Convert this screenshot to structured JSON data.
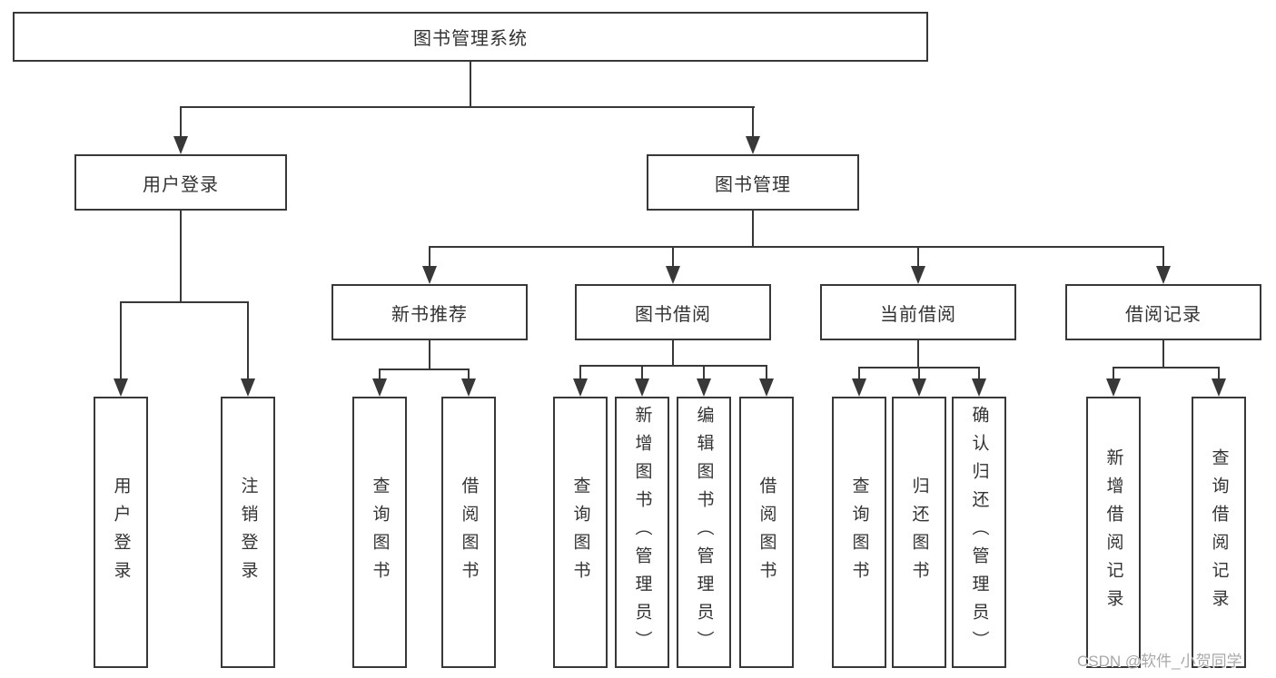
{
  "root": {
    "label": "图书管理系统"
  },
  "branches": {
    "user_login": {
      "label": "用户登录",
      "leaves": [
        {
          "label": "用户登录"
        },
        {
          "label": "注销登录"
        }
      ]
    },
    "book_management": {
      "label": "图书管理",
      "sections": [
        {
          "label": "新书推荐",
          "leaves": [
            {
              "label": "查询图书"
            },
            {
              "label": "借阅图书"
            }
          ]
        },
        {
          "label": "图书借阅",
          "leaves": [
            {
              "label": "查询图书"
            },
            {
              "label": "新增图书（管理员）"
            },
            {
              "label": "编辑图书（管理员）"
            },
            {
              "label": "借阅图书"
            }
          ]
        },
        {
          "label": "当前借阅",
          "leaves": [
            {
              "label": "查询图书"
            },
            {
              "label": "归还图书"
            },
            {
              "label": "确认归还（管理员）"
            }
          ]
        },
        {
          "label": "借阅记录",
          "leaves": [
            {
              "label": "新增借阅记录"
            },
            {
              "label": "查询借阅记录"
            }
          ]
        }
      ]
    }
  },
  "watermark": {
    "text": "CSDN @软件_小贺同学"
  },
  "colors": {
    "line": "#383838",
    "box_border": "#383838",
    "box_fill": "#ffffff",
    "text": "#333333",
    "watermark": "#a9a9a9",
    "background": "#ffffff"
  }
}
